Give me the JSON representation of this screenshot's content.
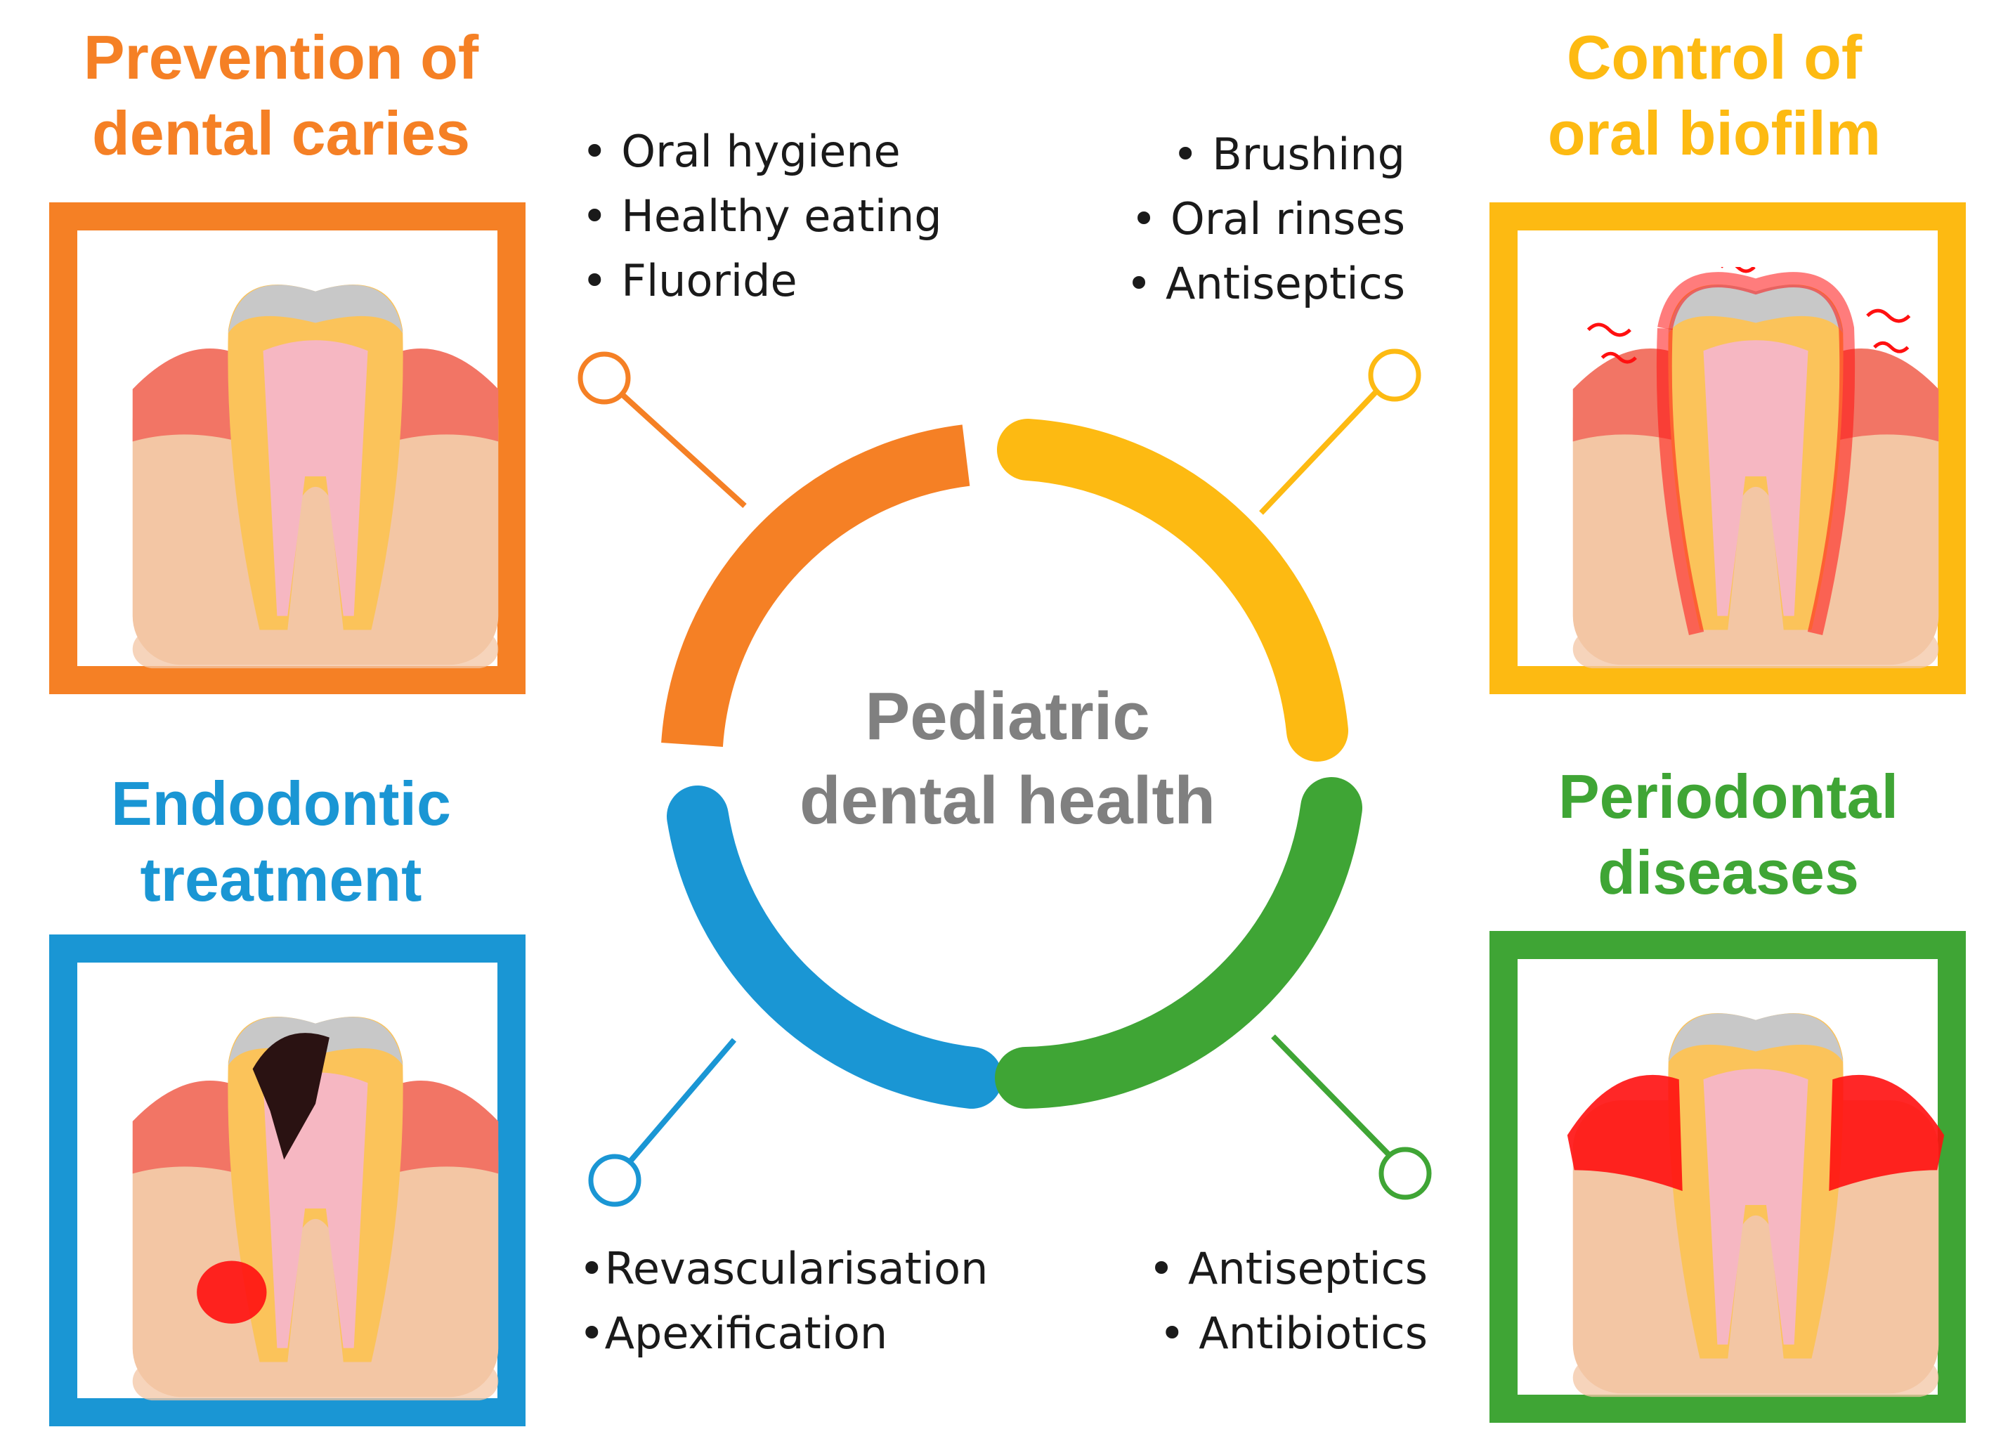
{
  "center": {
    "line1": "Pediatric",
    "line2": "dental health"
  },
  "quadrants": {
    "prevention": {
      "title1": "Prevention of",
      "title2": "dental caries",
      "color": "#F58025",
      "items": [
        "• Oral hygiene",
        "• Healthy eating",
        "• Fluoride"
      ]
    },
    "biofilm": {
      "title1": "Control of",
      "title2": "oral biofilm",
      "color": "#FDBA12",
      "items": [
        "• Brushing",
        "• Oral rinses",
        "• Antiseptics"
      ]
    },
    "endodontic": {
      "title1": "Endodontic",
      "title2": "treatment",
      "color": "#1A96D4",
      "items": [
        "•Revascularisation",
        "•Apexification"
      ]
    },
    "periodontal": {
      "title1": "Periodontal",
      "title2": "diseases",
      "color": "#3FA535",
      "items": [
        "• Antiseptics",
        "• Antibiotics"
      ]
    }
  },
  "palette": {
    "center_text": "#808080",
    "gum": "#F27565",
    "bone": "#F3C6A4",
    "enamel": "#C8C8C8",
    "dentin": "#FBC35A",
    "pulp": "#F6B7C2",
    "decay": "#2A1212",
    "inflammation": "#FF1010"
  },
  "icons": {
    "prevention": "healthy-tooth-icon",
    "biofilm": "tooth-with-biofilm-icon",
    "endodontic": "decayed-tooth-icon",
    "periodontal": "inflamed-gums-tooth-icon"
  }
}
